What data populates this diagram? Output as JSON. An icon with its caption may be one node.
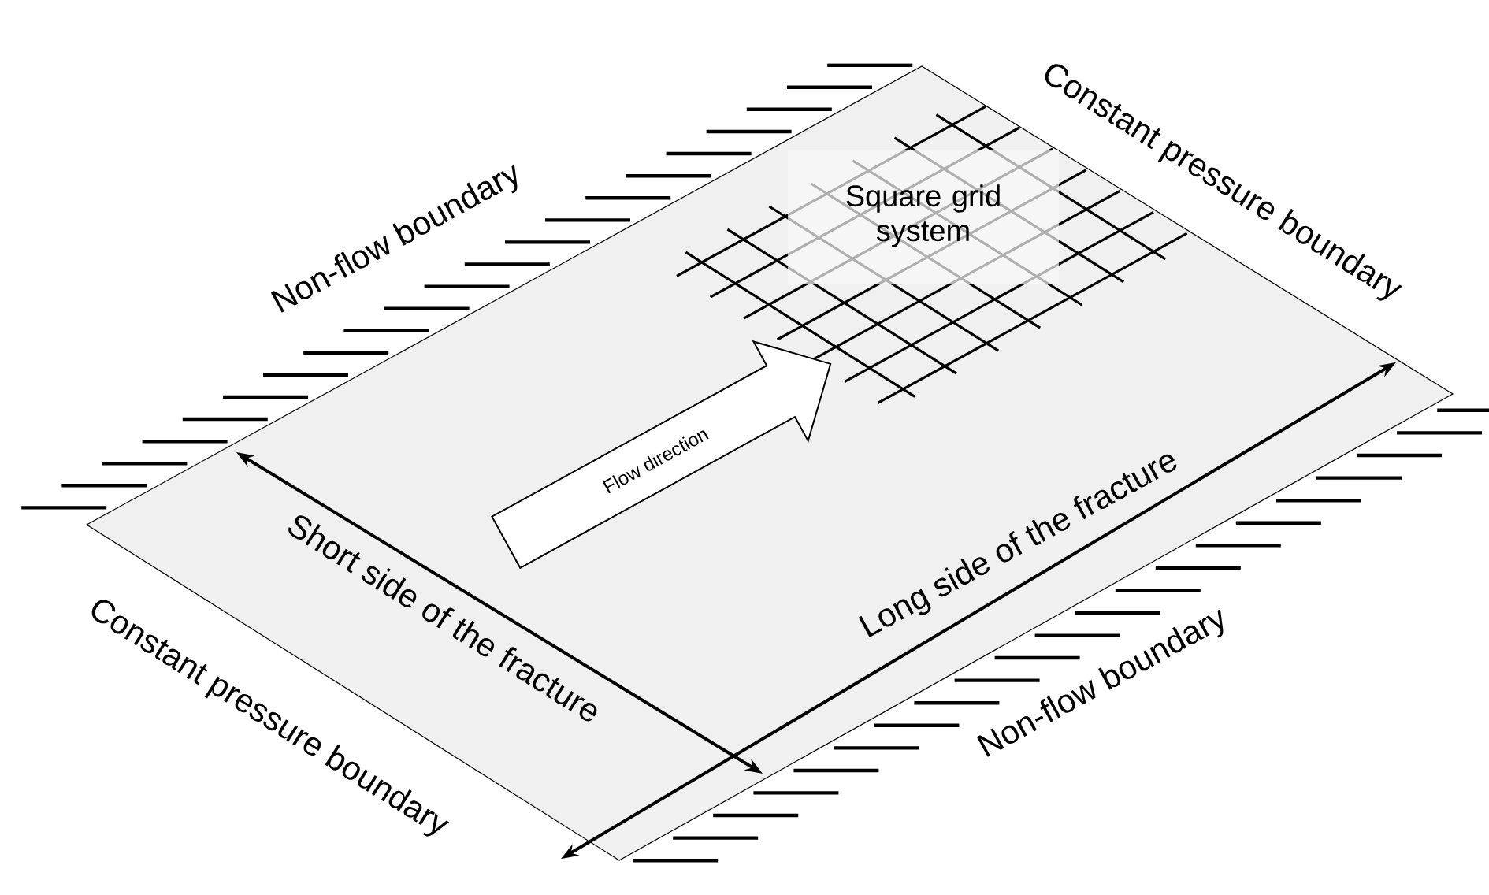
{
  "diagram": {
    "nodes": [
      {
        "text": [
          "Square grid system"
        ]
      },
      {
        "text": [
          "Flow direction"
        ]
      }
    ],
    "labels": [
      "Non-flow boundary",
      "Constant pressure boundary",
      "Short side of the fracture",
      "Long side of the fracture",
      "Constant pressure boundary",
      "Non-flow boundary"
    ]
  }
}
